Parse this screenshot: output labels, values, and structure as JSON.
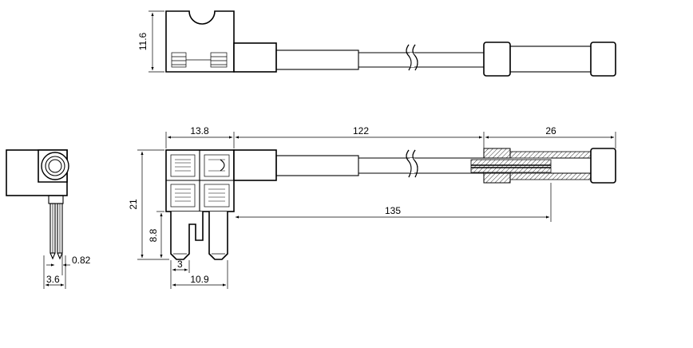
{
  "dimensions": {
    "height_top": "11.6",
    "width_head": "13.8",
    "cable_length": "122",
    "fuse_length": "26",
    "height_front": "21",
    "overall_length": "135",
    "blade_height": "8.8",
    "blade_width": "3",
    "blade_span": "10.9",
    "pin_thickness": "0.82",
    "side_width": "3.6"
  }
}
